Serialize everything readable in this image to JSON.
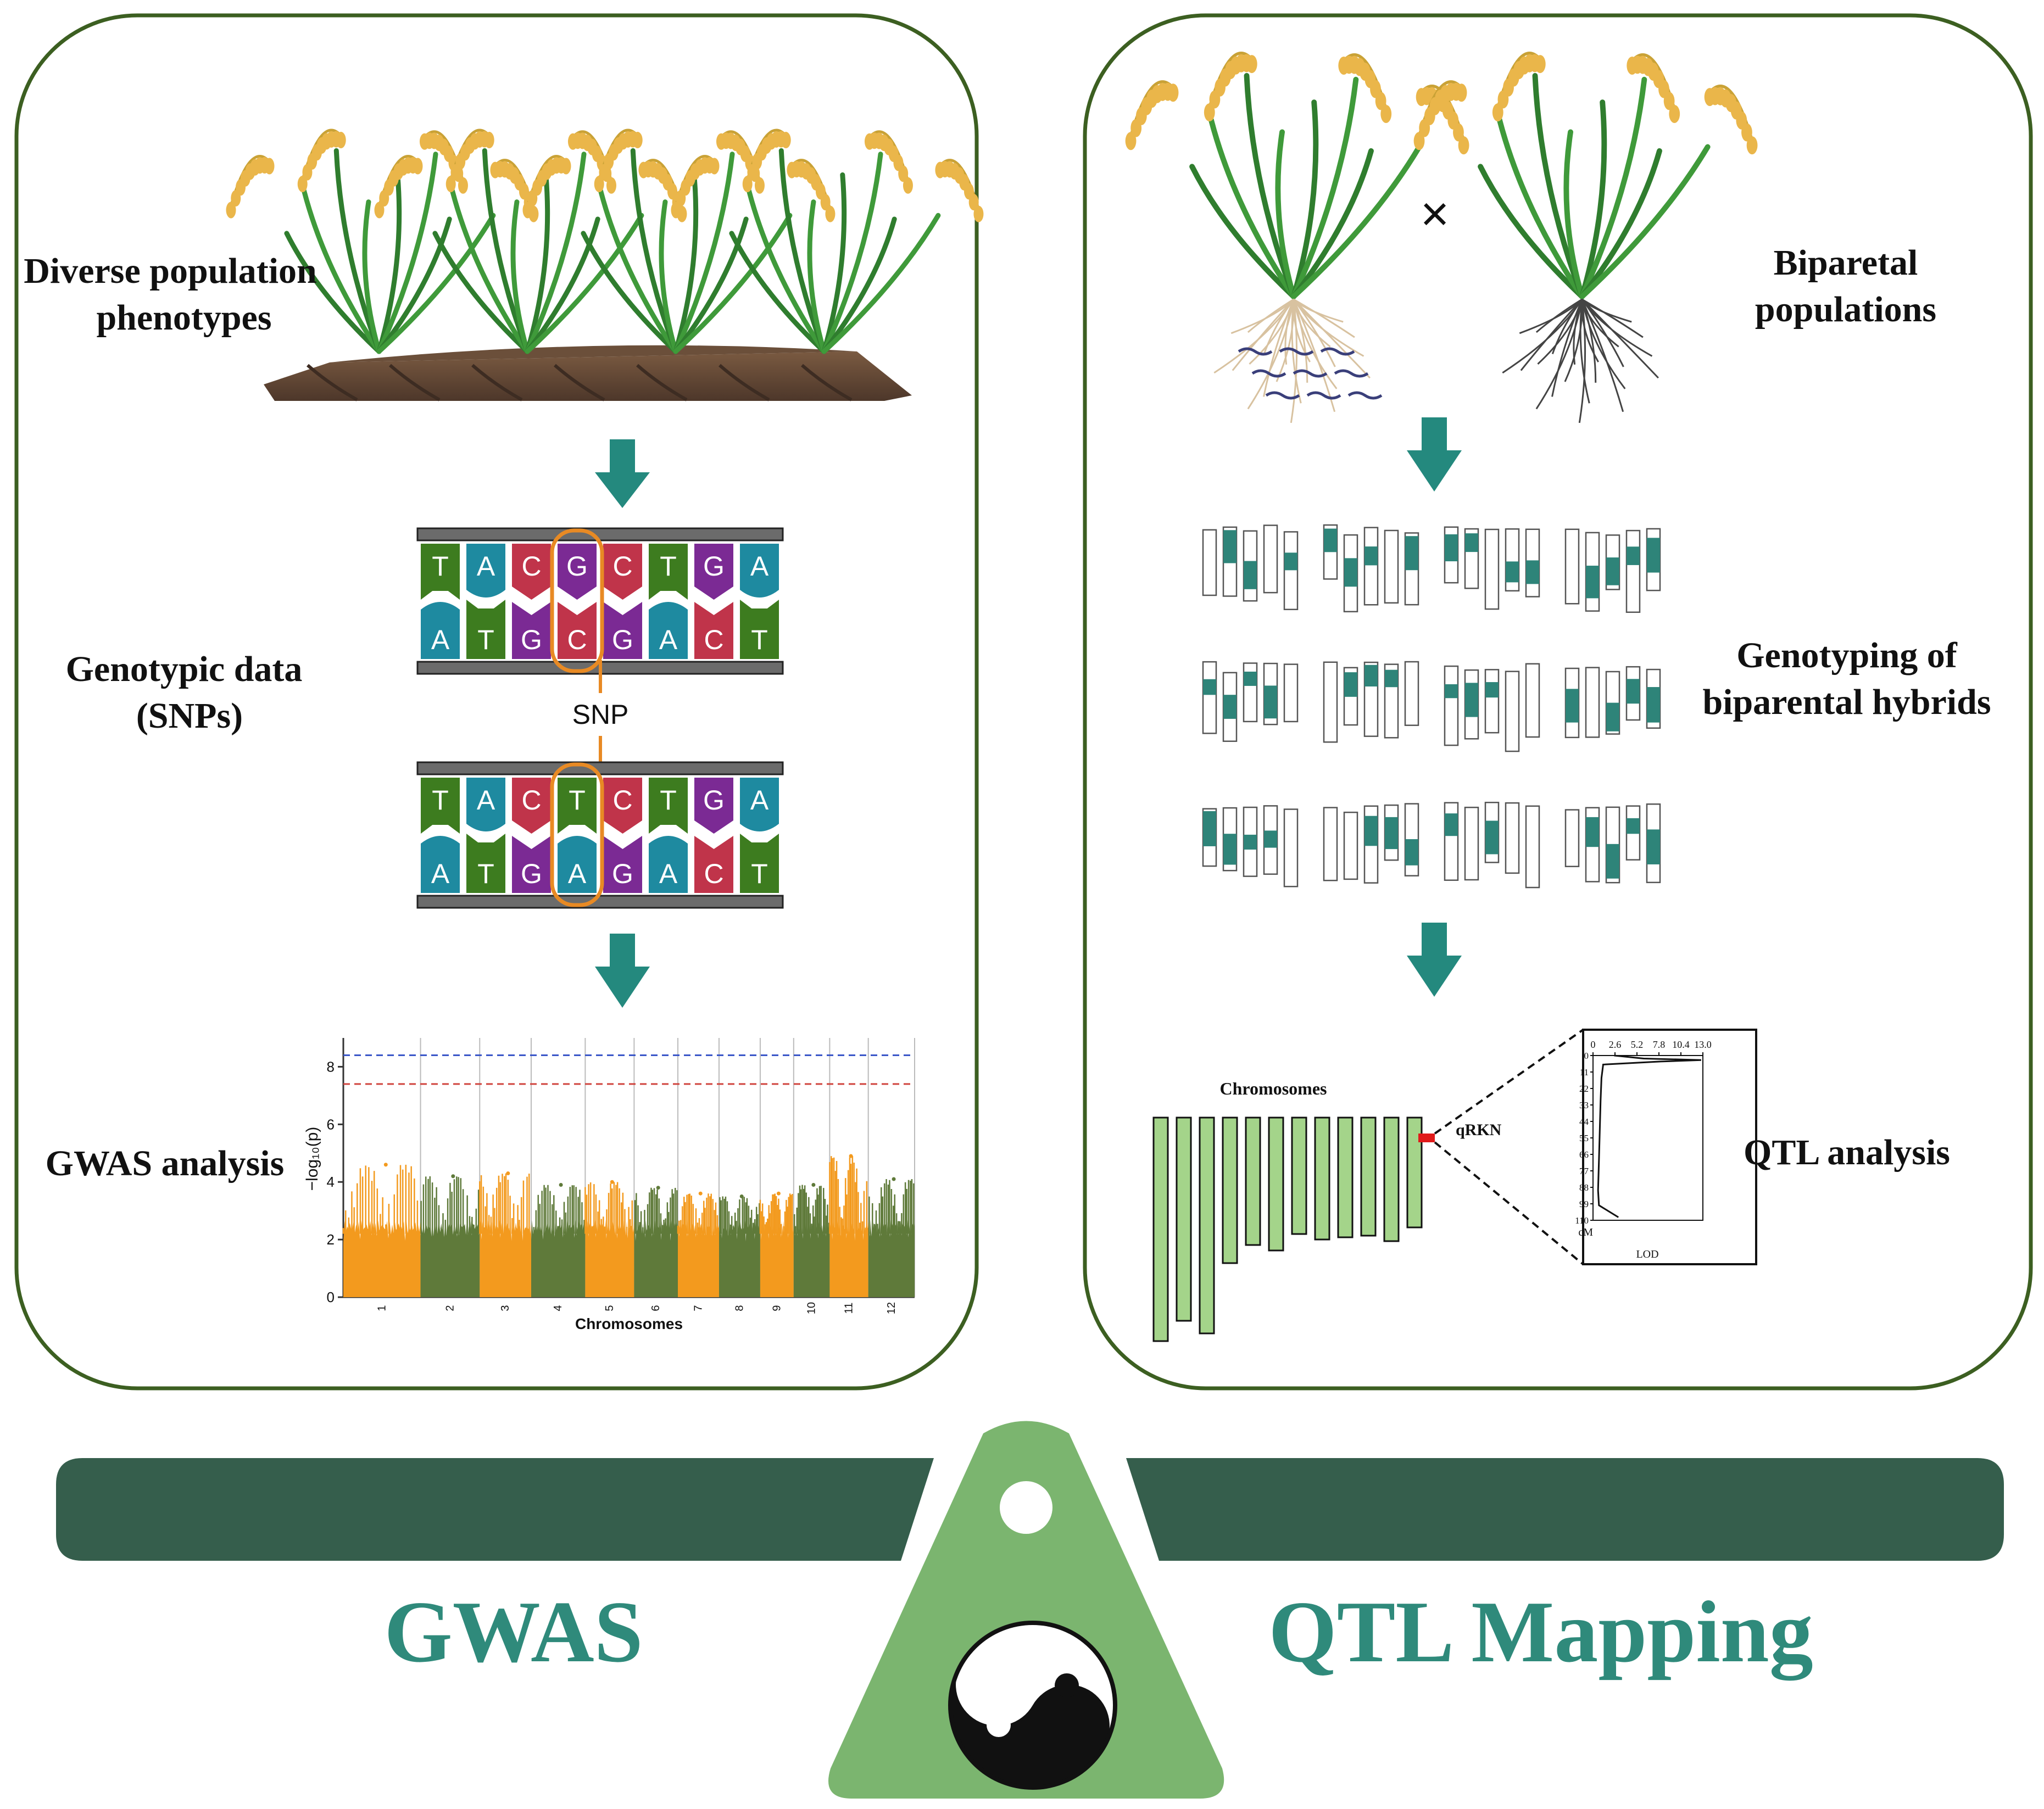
{
  "left_panel": {
    "label_phenotypes": [
      "Diverse population",
      "phenotypes"
    ],
    "label_genotypic": [
      "Genotypic data",
      "(SNPs)"
    ],
    "snp_label": "SNP",
    "label_gwas": "GWAS analysis",
    "dna_top": {
      "upper": [
        "T",
        "A",
        "C",
        "G",
        "C",
        "T",
        "G",
        "A"
      ],
      "lower": [
        "A",
        "T",
        "G",
        "C",
        "G",
        "A",
        "C",
        "T"
      ]
    },
    "dna_bottom": {
      "upper": [
        "T",
        "A",
        "C",
        "T",
        "C",
        "T",
        "G",
        "A"
      ],
      "lower": [
        "A",
        "T",
        "G",
        "A",
        "G",
        "A",
        "C",
        "T"
      ]
    },
    "highlight_index": 3
  },
  "right_panel": {
    "cross_symbol": "×",
    "label_biparental": [
      "Biparetal",
      "populations"
    ],
    "label_genotyping": [
      "Genotyping of",
      "biparental hybrids"
    ],
    "label_qtl": "QTL analysis",
    "chromosomes_label": "Chromosomes",
    "qtl_name": "qRKN",
    "lod_chart": {
      "type": "line",
      "x_ticks": [
        "0",
        "2.6",
        "5.2",
        "7.8",
        "10.4",
        "13.0"
      ],
      "y_ticks": [
        "0",
        "11",
        "22",
        "33",
        "44",
        "55",
        "66",
        "77",
        "88",
        "99",
        "110"
      ],
      "xlabel": "LOD",
      "ylabel": "cM"
    }
  },
  "bottom": {
    "left_title": "GWAS",
    "right_title": "QTL Mapping"
  },
  "colors": {
    "panel_border": "#3c5f21",
    "arrow_teal": "#24897e",
    "title_teal": "#2f8a7b",
    "beam_dark": "#355e4c",
    "fulcrum": "#7bb56f",
    "base_T": "#3d7c1f",
    "base_A": "#1e8aa0",
    "base_C": "#c0344a",
    "base_G": "#7b2a94",
    "snp_orange": "#e88a24",
    "manhattan_orange": "#f39a1e",
    "manhattan_olive": "#5f7a3a",
    "chromosome_green": "#a4d48a",
    "geno_teal": "#2e8479"
  },
  "chart_data": {
    "type": "scatter",
    "ylabel": "−log₁₀(p)",
    "xlabel": "Chromosomes",
    "categories": [
      "1",
      "2",
      "3",
      "4",
      "5",
      "6",
      "7",
      "8",
      "9",
      "10",
      "11",
      "12"
    ],
    "y_ticks": [
      "0",
      "2",
      "4",
      "6",
      "8"
    ],
    "ylim": [
      0,
      9
    ],
    "thresholds": [
      8.4,
      7.4
    ],
    "peak_values": [
      4.6,
      4.2,
      4.3,
      3.9,
      4.0,
      3.8,
      3.6,
      3.5,
      3.6,
      3.9,
      4.9,
      4.1
    ]
  }
}
